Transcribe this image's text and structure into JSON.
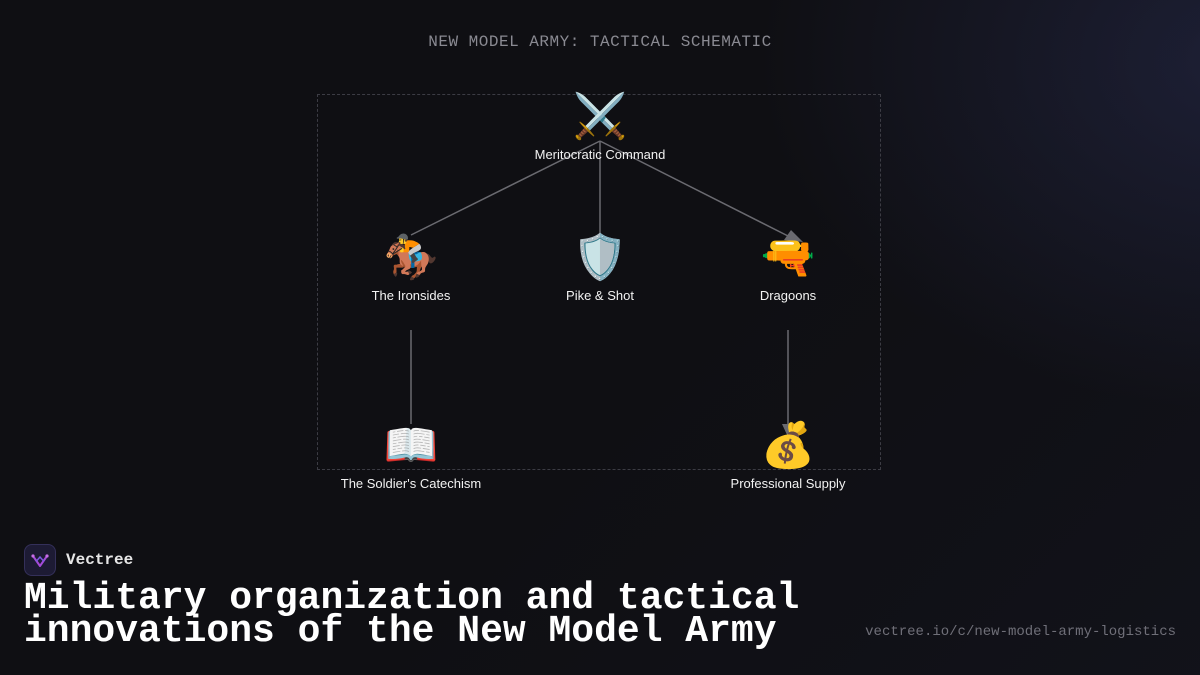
{
  "diagram": {
    "title": "NEW MODEL ARMY: TACTICAL SCHEMATIC",
    "nodes": {
      "command": {
        "label": "Meritocratic Command",
        "icon": "⚔️"
      },
      "ironsides": {
        "label": "The Ironsides",
        "icon": "🏇"
      },
      "pike": {
        "label": "Pike & Shot",
        "icon": "🛡️"
      },
      "dragoons": {
        "label": "Dragoons",
        "icon": "🔫"
      },
      "catechism": {
        "label": "The Soldier's Catechism",
        "icon": "📖"
      },
      "supply": {
        "label": "Professional Supply",
        "icon": "💰"
      }
    },
    "edges": [
      [
        "command",
        "ironsides"
      ],
      [
        "command",
        "pike"
      ],
      [
        "command",
        "dragoons"
      ],
      [
        "ironsides",
        "catechism"
      ],
      [
        "dragoons",
        "supply"
      ]
    ]
  },
  "brand": {
    "name": "Vectree",
    "logo_icon": "vectree-logo",
    "accent": "#a54ad8"
  },
  "headline": "Military organization and tactical innovations of the New Model Army",
  "source_url": "vectree.io/c/new-model-army-logistics"
}
